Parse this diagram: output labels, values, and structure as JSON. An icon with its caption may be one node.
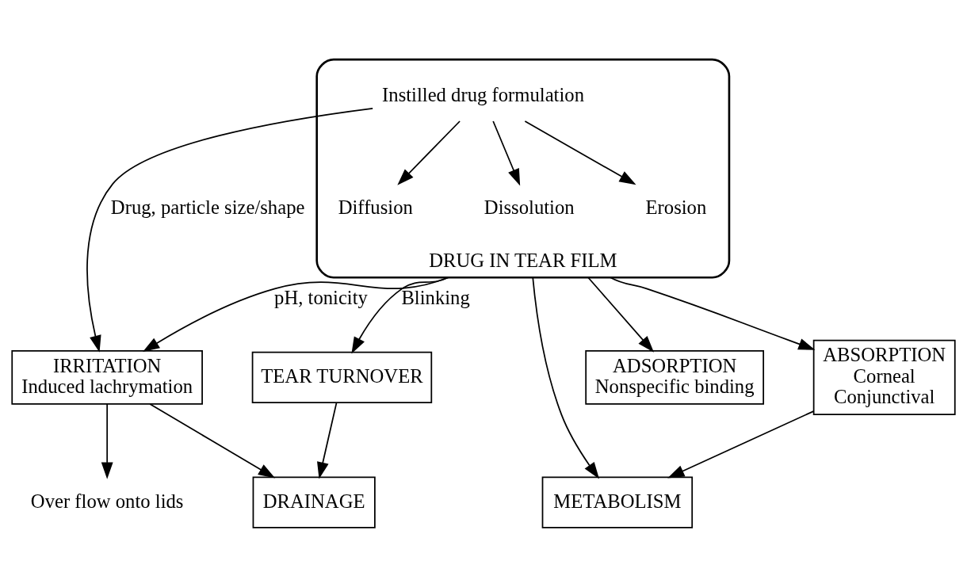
{
  "diagram": {
    "nodes": [
      {
        "text": [
          "DRUG IN TEAR FILM"
        ]
      },
      {
        "text": [
          "Instilled drug formulation"
        ],
        "in": 0
      },
      {
        "text": [
          "Diffusion"
        ],
        "in": 0
      },
      {
        "text": [
          "Dissolution"
        ],
        "in": 0
      },
      {
        "text": [
          "Erosion"
        ],
        "in": 0
      },
      {
        "text": [
          "TEAR TURNOVER"
        ]
      },
      {
        "text": [
          "ABSORPTION",
          "Corneal",
          "Conjunctival"
        ]
      },
      {
        "text": [
          "ADSORPTION",
          "Nonspecific binding"
        ]
      },
      {
        "text": [
          "IRRITATION",
          "Induced lachrymation"
        ]
      },
      {
        "text": [
          "DRAINAGE"
        ]
      },
      {
        "text": [
          "METABOLISM"
        ]
      },
      {
        "text": [
          "Over flow onto lids"
        ]
      }
    ],
    "edges": [
      {
        "from": 1,
        "to": 2,
        "arrow": "to"
      },
      {
        "from": 1,
        "to": 3,
        "arrow": "to"
      },
      {
        "from": 1,
        "to": 4,
        "arrow": "to"
      },
      {
        "from": 1,
        "to": 8,
        "arrow": "to",
        "label": "Drug, particle size/shape"
      },
      {
        "from": 0,
        "to": 8,
        "arrow": "to",
        "label": "pH, tonicity"
      },
      {
        "from": 0,
        "to": 5,
        "arrow": "to",
        "label": "Blinking"
      },
      {
        "from": 0,
        "to": 6,
        "arrow": "to"
      },
      {
        "from": 0,
        "to": 10,
        "arrow": "to"
      },
      {
        "from": 0,
        "to": 7,
        "arrow": "to"
      },
      {
        "from": 5,
        "to": 9,
        "arrow": "to"
      },
      {
        "from": 8,
        "to": 9,
        "arrow": "to"
      },
      {
        "from": 6,
        "to": 10,
        "arrow": "to"
      },
      {
        "from": 8,
        "to": 11,
        "arrow": "to"
      }
    ]
  }
}
